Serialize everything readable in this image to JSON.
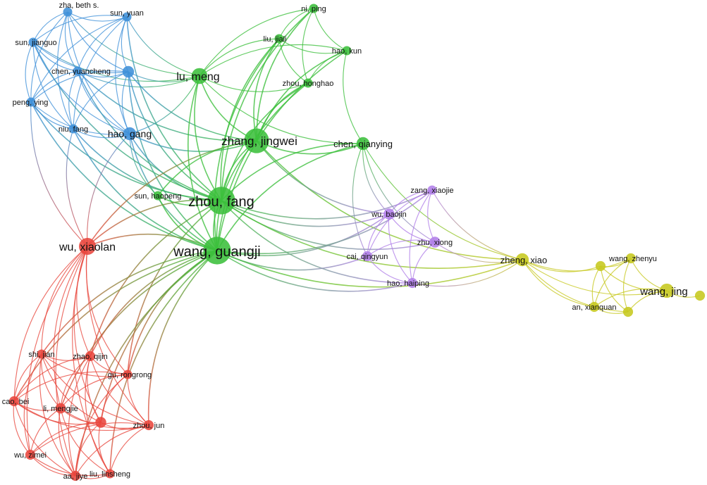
{
  "network": {
    "clusters": {
      "blue": "#3d8fd8",
      "green": "#3bbf3b",
      "red": "#e8463c",
      "purple": "#b07ee8",
      "yellow": "#c6c81e"
    },
    "nodes": [
      {
        "id": "zha_beth",
        "label": "zha, beth s.",
        "cluster": "blue",
        "weight": 1
      },
      {
        "id": "sun_yuan",
        "label": "sun, yuan",
        "cluster": "blue",
        "weight": 1
      },
      {
        "id": "sun_jianguo",
        "label": "sun, jianguo",
        "cluster": "blue",
        "weight": 1
      },
      {
        "id": "chen_yuancheng",
        "label": "chen, yuancheng",
        "cluster": "blue",
        "weight": 1
      },
      {
        "id": "blue_hub",
        "label": "",
        "cluster": "blue",
        "weight": 1.6
      },
      {
        "id": "peng_ying",
        "label": "peng, ying",
        "cluster": "blue",
        "weight": 1
      },
      {
        "id": "niu_fang",
        "label": "niu, fang",
        "cluster": "blue",
        "weight": 1
      },
      {
        "id": "hao_gang",
        "label": "hao, gang",
        "cluster": "blue",
        "weight": 2
      },
      {
        "id": "ni_ping",
        "label": "ni, ping",
        "cluster": "green",
        "weight": 1
      },
      {
        "id": "liu_jiali",
        "label": "liu, jiali",
        "cluster": "green",
        "weight": 1
      },
      {
        "id": "hao_kun",
        "label": "hao, kun",
        "cluster": "green",
        "weight": 1
      },
      {
        "id": "lu_meng",
        "label": "lu, meng",
        "cluster": "green",
        "weight": 3
      },
      {
        "id": "zhou_honghao",
        "label": "zhou, honghao",
        "cluster": "green",
        "weight": 1
      },
      {
        "id": "zhang_jingwei",
        "label": "zhang, jingwei",
        "cluster": "green",
        "weight": 4
      },
      {
        "id": "chen_qianying",
        "label": "chen, qianying",
        "cluster": "green",
        "weight": 2
      },
      {
        "id": "sun_haopeng",
        "label": "sun, haopeng",
        "cluster": "green",
        "weight": 1
      },
      {
        "id": "zhou_fang",
        "label": "zhou, fang",
        "cluster": "green",
        "weight": 5
      },
      {
        "id": "wang_guangji",
        "label": "wang, guangji",
        "cluster": "green",
        "weight": 5
      },
      {
        "id": "zang_xiaojie",
        "label": "zang, xiaojie",
        "cluster": "purple",
        "weight": 1
      },
      {
        "id": "wu_baojin",
        "label": "wu, baojin",
        "cluster": "purple",
        "weight": 1.4
      },
      {
        "id": "zhu_xiong",
        "label": "zhu, xiong",
        "cluster": "purple",
        "weight": 1.4
      },
      {
        "id": "cai_qingyun",
        "label": "cai, qingyun",
        "cluster": "purple",
        "weight": 1.2
      },
      {
        "id": "hao_haiping",
        "label": "hao, haiping",
        "cluster": "purple",
        "weight": 1.2
      },
      {
        "id": "zheng_xiao",
        "label": "zheng, xiao",
        "cluster": "yellow",
        "weight": 2
      },
      {
        "id": "wang_zhenyu",
        "label": "wang, zhenyu",
        "cluster": "yellow",
        "weight": 1.2
      },
      {
        "id": "yellow_a",
        "label": "",
        "cluster": "yellow",
        "weight": 1.2
      },
      {
        "id": "wang_jing",
        "label": "wang, jing",
        "cluster": "yellow",
        "weight": 2.4
      },
      {
        "id": "yellow_end",
        "label": "",
        "cluster": "yellow",
        "weight": 1.2
      },
      {
        "id": "an_xianquan",
        "label": "an, xianquan",
        "cluster": "yellow",
        "weight": 1.2
      },
      {
        "id": "yellow_b",
        "label": "",
        "cluster": "yellow",
        "weight": 1.2
      },
      {
        "id": "wu_xiaolan",
        "label": "wu, xiaolan",
        "cluster": "red",
        "weight": 3.4
      },
      {
        "id": "shi_jian",
        "label": "shi, jian",
        "cluster": "red",
        "weight": 1
      },
      {
        "id": "zhao_qijin",
        "label": "zhao, qijin",
        "cluster": "red",
        "weight": 1.2
      },
      {
        "id": "gu_rongrong",
        "label": "gu, rongrong",
        "cluster": "red",
        "weight": 1
      },
      {
        "id": "cao_bei",
        "label": "cao, bei",
        "cluster": "red",
        "weight": 1.2
      },
      {
        "id": "li_mengjie",
        "label": "li, mengjie",
        "cluster": "red",
        "weight": 1.3
      },
      {
        "id": "red_mid",
        "label": "",
        "cluster": "red",
        "weight": 1.4
      },
      {
        "id": "zhou_jun",
        "label": "zhou, jun",
        "cluster": "red",
        "weight": 1.2
      },
      {
        "id": "wu_zimei",
        "label": "wu, zimei",
        "cluster": "red",
        "weight": 1.2
      },
      {
        "id": "aa_jiye",
        "label": "aa, jiye",
        "cluster": "red",
        "weight": 1.2
      },
      {
        "id": "liu_linsheng",
        "label": "liu, linsheng",
        "cluster": "red",
        "weight": 1
      }
    ],
    "edges": [
      [
        "zha_beth",
        "sun_yuan"
      ],
      [
        "zha_beth",
        "sun_jianguo"
      ],
      [
        "zha_beth",
        "chen_yuancheng"
      ],
      [
        "zha_beth",
        "blue_hub"
      ],
      [
        "zha_beth",
        "peng_ying"
      ],
      [
        "zha_beth",
        "hao_gang"
      ],
      [
        "zha_beth",
        "lu_meng"
      ],
      [
        "zha_beth",
        "niu_fang"
      ],
      [
        "sun_yuan",
        "sun_jianguo"
      ],
      [
        "sun_yuan",
        "chen_yuancheng"
      ],
      [
        "sun_yuan",
        "blue_hub"
      ],
      [
        "sun_yuan",
        "peng_ying"
      ],
      [
        "sun_yuan",
        "hao_gang"
      ],
      [
        "sun_yuan",
        "lu_meng"
      ],
      [
        "sun_yuan",
        "zhou_fang"
      ],
      [
        "sun_yuan",
        "niu_fang"
      ],
      [
        "sun_jianguo",
        "chen_yuancheng"
      ],
      [
        "sun_jianguo",
        "blue_hub"
      ],
      [
        "sun_jianguo",
        "peng_ying"
      ],
      [
        "sun_jianguo",
        "hao_gang"
      ],
      [
        "sun_jianguo",
        "niu_fang"
      ],
      [
        "sun_jianguo",
        "lu_meng"
      ],
      [
        "sun_jianguo",
        "zhou_fang"
      ],
      [
        "chen_yuancheng",
        "blue_hub"
      ],
      [
        "chen_yuancheng",
        "peng_ying"
      ],
      [
        "chen_yuancheng",
        "hao_gang"
      ],
      [
        "chen_yuancheng",
        "niu_fang"
      ],
      [
        "chen_yuancheng",
        "lu_meng"
      ],
      [
        "chen_yuancheng",
        "zhang_jingwei"
      ],
      [
        "chen_yuancheng",
        "zhou_fang"
      ],
      [
        "blue_hub",
        "hao_gang"
      ],
      [
        "blue_hub",
        "peng_ying"
      ],
      [
        "blue_hub",
        "niu_fang"
      ],
      [
        "blue_hub",
        "lu_meng"
      ],
      [
        "blue_hub",
        "zhang_jingwei"
      ],
      [
        "blue_hub",
        "zhou_fang"
      ],
      [
        "blue_hub",
        "wang_guangji"
      ],
      [
        "peng_ying",
        "hao_gang"
      ],
      [
        "peng_ying",
        "niu_fang"
      ],
      [
        "peng_ying",
        "wu_xiaolan"
      ],
      [
        "peng_ying",
        "zhou_fang"
      ],
      [
        "peng_ying",
        "wang_guangji"
      ],
      [
        "niu_fang",
        "hao_gang"
      ],
      [
        "niu_fang",
        "wu_xiaolan"
      ],
      [
        "niu_fang",
        "zhou_fang"
      ],
      [
        "niu_fang",
        "wang_guangji"
      ],
      [
        "hao_gang",
        "lu_meng"
      ],
      [
        "hao_gang",
        "zhang_jingwei"
      ],
      [
        "hao_gang",
        "zhou_fang"
      ],
      [
        "hao_gang",
        "wang_guangji"
      ],
      [
        "hao_gang",
        "wu_xiaolan"
      ],
      [
        "hao_gang",
        "sun_haopeng"
      ],
      [
        "ni_ping",
        "liu_jiali"
      ],
      [
        "ni_ping",
        "hao_kun"
      ],
      [
        "ni_ping",
        "zhou_honghao"
      ],
      [
        "ni_ping",
        "lu_meng"
      ],
      [
        "ni_ping",
        "zhang_jingwei"
      ],
      [
        "ni_ping",
        "zhou_fang"
      ],
      [
        "liu_jiali",
        "hao_kun"
      ],
      [
        "liu_jiali",
        "zhou_honghao"
      ],
      [
        "liu_jiali",
        "lu_meng"
      ],
      [
        "liu_jiali",
        "zhang_jingwei"
      ],
      [
        "liu_jiali",
        "zhou_fang"
      ],
      [
        "liu_jiali",
        "wang_guangji"
      ],
      [
        "hao_kun",
        "zhou_honghao"
      ],
      [
        "hao_kun",
        "lu_meng"
      ],
      [
        "hao_kun",
        "zhang_jingwei"
      ],
      [
        "hao_kun",
        "chen_qianying"
      ],
      [
        "hao_kun",
        "wang_guangji"
      ],
      [
        "lu_meng",
        "zhou_honghao"
      ],
      [
        "lu_meng",
        "zhang_jingwei"
      ],
      [
        "lu_meng",
        "zhou_fang"
      ],
      [
        "lu_meng",
        "wang_guangji"
      ],
      [
        "lu_meng",
        "chen_qianying"
      ],
      [
        "zhou_honghao",
        "zhang_jingwei"
      ],
      [
        "zhou_honghao",
        "zhou_fang"
      ],
      [
        "zhou_honghao",
        "wang_guangji"
      ],
      [
        "zhang_jingwei",
        "chen_qianying"
      ],
      [
        "zhang_jingwei",
        "zhou_fang"
      ],
      [
        "zhang_jingwei",
        "wang_guangji"
      ],
      [
        "zhang_jingwei",
        "sun_haopeng"
      ],
      [
        "zhang_jingwei",
        "wu_xiaolan"
      ],
      [
        "zhang_jingwei",
        "zheng_xiao"
      ],
      [
        "zhang_jingwei",
        "wu_baojin"
      ],
      [
        "chen_qianying",
        "zhou_fang"
      ],
      [
        "chen_qianying",
        "wang_guangji"
      ],
      [
        "chen_qianying",
        "zheng_xiao"
      ],
      [
        "chen_qianying",
        "wu_baojin"
      ],
      [
        "chen_qianying",
        "zhu_xiong"
      ],
      [
        "chen_qianying",
        "cai_qingyun"
      ],
      [
        "sun_haopeng",
        "zhou_fang"
      ],
      [
        "sun_haopeng",
        "wang_guangji"
      ],
      [
        "zhou_fang",
        "wang_guangji"
      ],
      [
        "zhou_fang",
        "wu_xiaolan"
      ],
      [
        "zhou_fang",
        "zang_xiaojie"
      ],
      [
        "zhou_fang",
        "wu_baojin"
      ],
      [
        "zhou_fang",
        "zhu_xiong"
      ],
      [
        "zhou_fang",
        "zheng_xiao"
      ],
      [
        "zhou_fang",
        "hao_haiping"
      ],
      [
        "zhou_fang",
        "zhao_qijin"
      ],
      [
        "zhou_fang",
        "gu_rongrong"
      ],
      [
        "wang_guangji",
        "wu_xiaolan"
      ],
      [
        "wang_guangji",
        "zheng_xiao"
      ],
      [
        "wang_guangji",
        "hao_haiping"
      ],
      [
        "wang_guangji",
        "cai_qingyun"
      ],
      [
        "wang_guangji",
        "wu_baojin"
      ],
      [
        "wang_guangji",
        "zang_xiaojie"
      ],
      [
        "wang_guangji",
        "shi_jian"
      ],
      [
        "wang_guangji",
        "zhao_qijin"
      ],
      [
        "wang_guangji",
        "gu_rongrong"
      ],
      [
        "wang_guangji",
        "li_mengjie"
      ],
      [
        "wang_guangji",
        "red_mid"
      ],
      [
        "wang_guangji",
        "zhou_jun"
      ],
      [
        "wang_guangji",
        "aa_jiye"
      ],
      [
        "wang_guangji",
        "liu_linsheng"
      ],
      [
        "wang_guangji",
        "cao_bei"
      ],
      [
        "zang_xiaojie",
        "wu_baojin"
      ],
      [
        "zang_xiaojie",
        "zhu_xiong"
      ],
      [
        "zang_xiaojie",
        "cai_qingyun"
      ],
      [
        "zang_xiaojie",
        "hao_haiping"
      ],
      [
        "zang_xiaojie",
        "zheng_xiao"
      ],
      [
        "wu_baojin",
        "zhu_xiong"
      ],
      [
        "wu_baojin",
        "cai_qingyun"
      ],
      [
        "wu_baojin",
        "hao_haiping"
      ],
      [
        "zhu_xiong",
        "cai_qingyun"
      ],
      [
        "zhu_xiong",
        "hao_haiping"
      ],
      [
        "zhu_xiong",
        "zheng_xiao"
      ],
      [
        "cai_qingyun",
        "hao_haiping"
      ],
      [
        "hao_haiping",
        "zheng_xiao"
      ],
      [
        "zheng_xiao",
        "wang_zhenyu"
      ],
      [
        "zheng_xiao",
        "yellow_a"
      ],
      [
        "zheng_xiao",
        "wang_jing"
      ],
      [
        "zheng_xiao",
        "an_xianquan"
      ],
      [
        "zheng_xiao",
        "yellow_b"
      ],
      [
        "yellow_a",
        "wang_zhenyu"
      ],
      [
        "yellow_a",
        "wang_jing"
      ],
      [
        "yellow_a",
        "an_xianquan"
      ],
      [
        "yellow_a",
        "yellow_b"
      ],
      [
        "wang_zhenyu",
        "wang_jing"
      ],
      [
        "wang_zhenyu",
        "an_xianquan"
      ],
      [
        "wang_zhenyu",
        "yellow_b"
      ],
      [
        "wang_jing",
        "an_xianquan"
      ],
      [
        "wang_jing",
        "yellow_b"
      ],
      [
        "wang_jing",
        "yellow_end"
      ],
      [
        "an_xianquan",
        "yellow_b"
      ],
      [
        "wu_xiaolan",
        "shi_jian"
      ],
      [
        "wu_xiaolan",
        "zhao_qijin"
      ],
      [
        "wu_xiaolan",
        "gu_rongrong"
      ],
      [
        "wu_xiaolan",
        "cao_bei"
      ],
      [
        "wu_xiaolan",
        "li_mengjie"
      ],
      [
        "wu_xiaolan",
        "red_mid"
      ],
      [
        "wu_xiaolan",
        "zhou_jun"
      ],
      [
        "wu_xiaolan",
        "wu_zimei"
      ],
      [
        "wu_xiaolan",
        "aa_jiye"
      ],
      [
        "wu_xiaolan",
        "liu_linsheng"
      ],
      [
        "shi_jian",
        "zhao_qijin"
      ],
      [
        "shi_jian",
        "gu_rongrong"
      ],
      [
        "shi_jian",
        "cao_bei"
      ],
      [
        "shi_jian",
        "li_mengjie"
      ],
      [
        "shi_jian",
        "red_mid"
      ],
      [
        "shi_jian",
        "zhou_jun"
      ],
      [
        "shi_jian",
        "wu_zimei"
      ],
      [
        "shi_jian",
        "aa_jiye"
      ],
      [
        "zhao_qijin",
        "gu_rongrong"
      ],
      [
        "zhao_qijin",
        "cao_bei"
      ],
      [
        "zhao_qijin",
        "li_mengjie"
      ],
      [
        "zhao_qijin",
        "red_mid"
      ],
      [
        "zhao_qijin",
        "zhou_jun"
      ],
      [
        "zhao_qijin",
        "aa_jiye"
      ],
      [
        "zhao_qijin",
        "liu_linsheng"
      ],
      [
        "gu_rongrong",
        "li_mengjie"
      ],
      [
        "gu_rongrong",
        "red_mid"
      ],
      [
        "gu_rongrong",
        "zhou_jun"
      ],
      [
        "gu_rongrong",
        "aa_jiye"
      ],
      [
        "gu_rongrong",
        "cao_bei"
      ],
      [
        "cao_bei",
        "li_mengjie"
      ],
      [
        "cao_bei",
        "red_mid"
      ],
      [
        "cao_bei",
        "wu_zimei"
      ],
      [
        "cao_bei",
        "aa_jiye"
      ],
      [
        "cao_bei",
        "zhou_jun"
      ],
      [
        "li_mengjie",
        "red_mid"
      ],
      [
        "li_mengjie",
        "zhou_jun"
      ],
      [
        "li_mengjie",
        "wu_zimei"
      ],
      [
        "li_mengjie",
        "aa_jiye"
      ],
      [
        "li_mengjie",
        "liu_linsheng"
      ],
      [
        "red_mid",
        "zhou_jun"
      ],
      [
        "red_mid",
        "wu_zimei"
      ],
      [
        "red_mid",
        "aa_jiye"
      ],
      [
        "red_mid",
        "liu_linsheng"
      ],
      [
        "zhou_jun",
        "aa_jiye"
      ],
      [
        "zhou_jun",
        "liu_linsheng"
      ],
      [
        "zhou_jun",
        "wu_zimei"
      ],
      [
        "wu_zimei",
        "aa_jiye"
      ],
      [
        "wu_zimei",
        "liu_linsheng"
      ],
      [
        "aa_jiye",
        "liu_linsheng"
      ]
    ]
  }
}
